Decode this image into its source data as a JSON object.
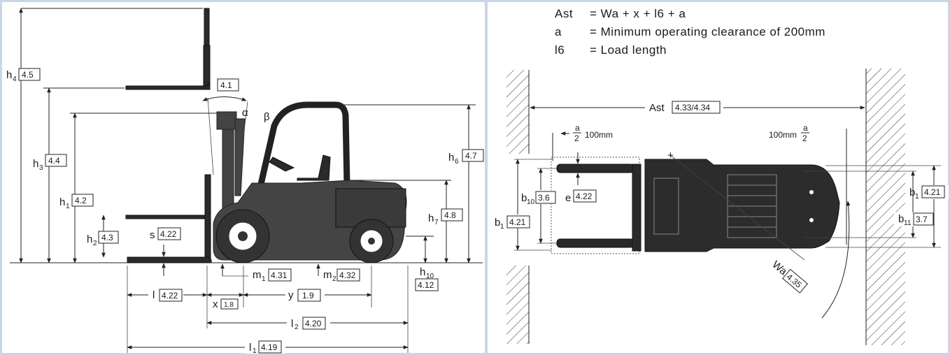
{
  "formula": {
    "line1_sym": "Ast",
    "line1_eq": "= Wa + x + l6 + a",
    "line2_sym": "a",
    "line2_eq": "= Minimum operating clearance of 200mm",
    "line3_sym": "l6",
    "line3_eq": "= Load length"
  },
  "side_view": {
    "h4": {
      "sym": "h",
      "sub": "4",
      "code": "4.5"
    },
    "h3": {
      "sym": "h",
      "sub": "3",
      "code": "4.4"
    },
    "h1": {
      "sym": "h",
      "sub": "1",
      "code": "4.2"
    },
    "h2": {
      "sym": "h",
      "sub": "2",
      "code": "4.3"
    },
    "s": {
      "sym": "s",
      "code": "4.22"
    },
    "tilt": {
      "code": "4.1",
      "alpha": "α",
      "beta": "β"
    },
    "h6": {
      "sym": "h",
      "sub": "6",
      "code": "4.7"
    },
    "h7": {
      "sym": "h",
      "sub": "7",
      "code": "4.8"
    },
    "h10": {
      "sym": "h",
      "sub": "10",
      "code": "4.12"
    },
    "m1": {
      "sym": "m",
      "sub": "1",
      "code": "4.31"
    },
    "m2": {
      "sym": "m",
      "sub": "2",
      "code": "4.32"
    },
    "l": {
      "sym": "l",
      "code": "4.22"
    },
    "x": {
      "sym": "x",
      "code": "1.8"
    },
    "y": {
      "sym": "y",
      "code": "1.9"
    },
    "l2": {
      "sym": "l",
      "sub": "2",
      "code": "4.20"
    },
    "l1": {
      "sym": "l",
      "sub": "1",
      "code": "4.19"
    }
  },
  "top_view": {
    "ast": {
      "sym": "Ast",
      "code": "4.33/4.34"
    },
    "a_half_left": {
      "num": "a",
      "den": "2",
      "text": "100mm"
    },
    "a_half_right": {
      "num": "a",
      "den": "2",
      "text": "100mm"
    },
    "b10": {
      "sym": "b",
      "sub": "10",
      "code": "3.6"
    },
    "e": {
      "sym": "e",
      "code": "4.22"
    },
    "b1_left": {
      "sym": "b",
      "sub": "1",
      "code": "4.21"
    },
    "b1_right": {
      "sym": "b",
      "sub": "1",
      "code": "4.21"
    },
    "b11": {
      "sym": "b",
      "sub": "11",
      "code": "3.7"
    },
    "wa": {
      "sym": "Wa",
      "code": "4.35"
    }
  }
}
